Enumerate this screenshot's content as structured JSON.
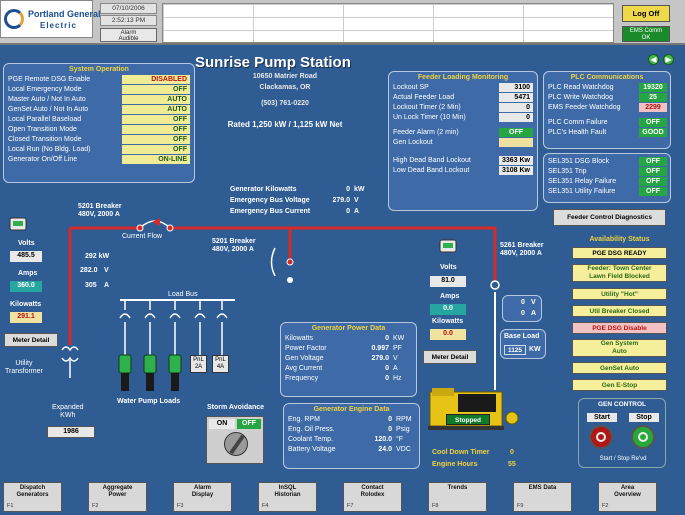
{
  "header": {
    "company_line1": "Portland General",
    "company_line2": "Electric",
    "date": "07/10/2006",
    "time": "2:52:13 PM",
    "alarm_audible_label": "Alarm\nAudible",
    "logoff_label": "Log Off",
    "ems_comm_label": "EMS Comm\nOK"
  },
  "station": {
    "name": "Sunrise Pump Station",
    "address1": "10650 Matrier Road",
    "address2": "Clackamas, OR",
    "phone": "(503) 761-0220",
    "rating": "Rated 1,250 kW / 1,125 kW Net"
  },
  "system_operation": {
    "title": "System Operation",
    "rows": [
      {
        "label": "PGE Remote DSG Enable",
        "value": "DISABLED",
        "style": "red"
      },
      {
        "label": "Local Emergency Mode",
        "value": "OFF",
        "style": "normal"
      },
      {
        "label": "Master Auto / Not In Auto",
        "value": "AUTO",
        "style": "normal"
      },
      {
        "label": "GenSet Auto / Not In Auto",
        "value": "AUTO",
        "style": "normal"
      },
      {
        "label": "Local Parallel Baseload",
        "value": "OFF",
        "style": "normal"
      },
      {
        "label": "Open Transition Mode",
        "value": "OFF",
        "style": "normal"
      },
      {
        "label": "Closed Transition Mode",
        "value": "OFF",
        "style": "normal"
      },
      {
        "label": "Local Run (No Bldg. Load)",
        "value": "OFF",
        "style": "normal"
      },
      {
        "label": "Generator On/Off Line",
        "value": "ON-LINE",
        "style": "normal"
      }
    ]
  },
  "feeder_loading": {
    "title": "Feeder Loading Monitoring",
    "rows1": [
      {
        "label": "Lockout SP",
        "value": "3100"
      },
      {
        "label": "Actual Feeder Load",
        "value": "5471"
      },
      {
        "label": "Lockout Timer (2 Min)",
        "value": "0"
      },
      {
        "label": "Un Lock Timer (10 Min)",
        "value": "0"
      }
    ],
    "feeder_alarm_label": "Feeder Alarm (2 min)",
    "feeder_alarm_value": "OFF",
    "gen_lockout_label": "Gen Lockout",
    "gen_lockout_value": "",
    "rows2": [
      {
        "label": "High Dead Band Lockout",
        "value": "3363 Kw"
      },
      {
        "label": "Low Dead Band Lockout",
        "value": "3108 Kw"
      }
    ]
  },
  "plc": {
    "title": "PLC Communications",
    "rows": [
      {
        "label": "PLC Read Watchdog",
        "value": "19320"
      },
      {
        "label": "PLC Write Watchdog",
        "value": "25"
      },
      {
        "label": "EMS Feeder Watchdog",
        "value": "2299"
      }
    ],
    "comm_failure_label": "PLC Comm Failure",
    "comm_failure_value": "OFF",
    "health_label": "PLC's Health Fault",
    "health_value": "GOOD"
  },
  "sel351": {
    "rows": [
      {
        "label": "SEL351 DSG Block",
        "value": "OFF"
      },
      {
        "label": "SEL351 Trip",
        "value": "OFF"
      },
      {
        "label": "SEL351 Relay Failure",
        "value": "OFF"
      },
      {
        "label": "SEL351 Utility Failure",
        "value": "OFF"
      }
    ]
  },
  "feeder_control_button": "Feeder Control Diagnostics",
  "availability": {
    "title": "Availability Status",
    "items": [
      {
        "label": "PGE DSG READY",
        "style": "dark"
      },
      {
        "label": "Feeder: Town Center\nLawn Field Blocked",
        "style": "two"
      },
      {
        "label": "Utility \"Hot\"",
        "style": "normal"
      },
      {
        "label": "Util Breaker Closed",
        "style": "normal"
      },
      {
        "label": "PGE DSG Disable",
        "style": "red"
      },
      {
        "label": "Gen System\nAuto",
        "style": "two"
      },
      {
        "label": "GenSet Auto",
        "style": "normal"
      },
      {
        "label": "Gen E-Stop",
        "style": "normal"
      }
    ]
  },
  "gen_control": {
    "title": "GEN CONTROL",
    "start_label": "Start",
    "stop_label": "Stop",
    "hint": "Start / Stop Re'vd"
  },
  "gen_summary": {
    "kilowatts_label": "Generator Kilowatts",
    "kilowatts_value": "0",
    "kilowatts_unit": "kW",
    "bus_voltage_label": "Emergency Bus Voltage",
    "bus_voltage_value": "279.0",
    "bus_voltage_unit": "V",
    "bus_current_label": "Emergency Bus Current",
    "bus_current_value": "0",
    "bus_current_unit": "A"
  },
  "one_line": {
    "breaker_5201_1": "5201 Breaker\n480V, 2000 A",
    "current_flow": "Current Flow",
    "breaker_5201_2": "5201 Breaker\n480V, 2000 A",
    "breaker_5261": "5261 Breaker\n480V, 2000 A",
    "util_kw": "292 kW",
    "util_volts": "282.0",
    "util_volts_unit": "V",
    "util_amps": "305",
    "util_amps_unit": "A",
    "load_bus": "Load Bus",
    "pnl_2a": "PnL\n2A",
    "pnl_4a": "PnL\n4A",
    "water_pump_loads": "Water Pump Loads",
    "utility_transformer": "Utility\nTransformer",
    "expanded_kwh_label": "Expanded\nKWh",
    "expanded_kwh_value": "1986"
  },
  "utility_meter": {
    "volts_label": "Volts",
    "volts_value": "485.5",
    "amps_label": "Amps",
    "amps_value": "360.0",
    "kw_label": "Kilowatts",
    "kw_value": "291.1",
    "detail_button": "Meter Detail"
  },
  "gen_meter": {
    "volts_label": "Volts",
    "volts_value": "81.0",
    "amps_label": "Amps",
    "amps_value": "0.0",
    "kw_label": "Kilowatts",
    "kw_value": "0.0",
    "detail_button": "Meter Detail",
    "side_v": "0",
    "side_v_unit": "V",
    "side_a": "0",
    "side_a_unit": "A",
    "base_load_label": "Base Load",
    "base_load_value": "1125",
    "base_load_unit": "KW"
  },
  "gen_power": {
    "title": "Generator Power Data",
    "rows": [
      {
        "label": "Kilowatts",
        "value": "0",
        "unit": "KW"
      },
      {
        "label": "Power Factor",
        "value": "0.997",
        "unit": "PF"
      },
      {
        "label": "Gen Voltage",
        "value": "279.0",
        "unit": "V"
      },
      {
        "label": "Avg Current",
        "value": "0",
        "unit": "A"
      },
      {
        "label": "Frequency",
        "value": "0",
        "unit": "Hz"
      }
    ]
  },
  "gen_engine": {
    "title": "Generator Engine Data",
    "rows": [
      {
        "label": "Eng. RPM",
        "value": "0",
        "unit": "RPM"
      },
      {
        "label": "Eng. Oil Press.",
        "value": "0",
        "unit": "Psig"
      },
      {
        "label": "Coolant Temp.",
        "value": "120.0",
        "unit": "°F"
      },
      {
        "label": "Battery Voltage",
        "value": "24.0",
        "unit": "VDC"
      }
    ]
  },
  "storm": {
    "title": "Storm Avoidance",
    "on_label": "ON",
    "off_label": "OFF"
  },
  "generator": {
    "status": "Stopped",
    "cooldown_label": "Cool Down Timer",
    "cooldown_value": "0",
    "engine_hours_label": "Engine Hours",
    "engine_hours_value": "55"
  },
  "nav": {
    "buttons": [
      {
        "label": "Dispatch\nGenerators",
        "key": "F1"
      },
      {
        "label": "Aggregate\nPower",
        "key": "F2"
      },
      {
        "label": "Alarm\nDisplay",
        "key": "F3"
      },
      {
        "label": "InSQL\nHistorian",
        "key": "F4"
      },
      {
        "label": "Contact\nRolodex",
        "key": "F7"
      },
      {
        "label": "Trends",
        "key": "F8"
      },
      {
        "label": "EMS Data",
        "key": "F9"
      },
      {
        "label": "Area\nOverview",
        "key": "F2"
      }
    ]
  },
  "colors": {
    "background": "#2f5c93",
    "bus_line": "#d42a2a",
    "status_green": "#26a642",
    "value_yellow": "#f0ec96",
    "title_yellow": "#f0d23c"
  }
}
